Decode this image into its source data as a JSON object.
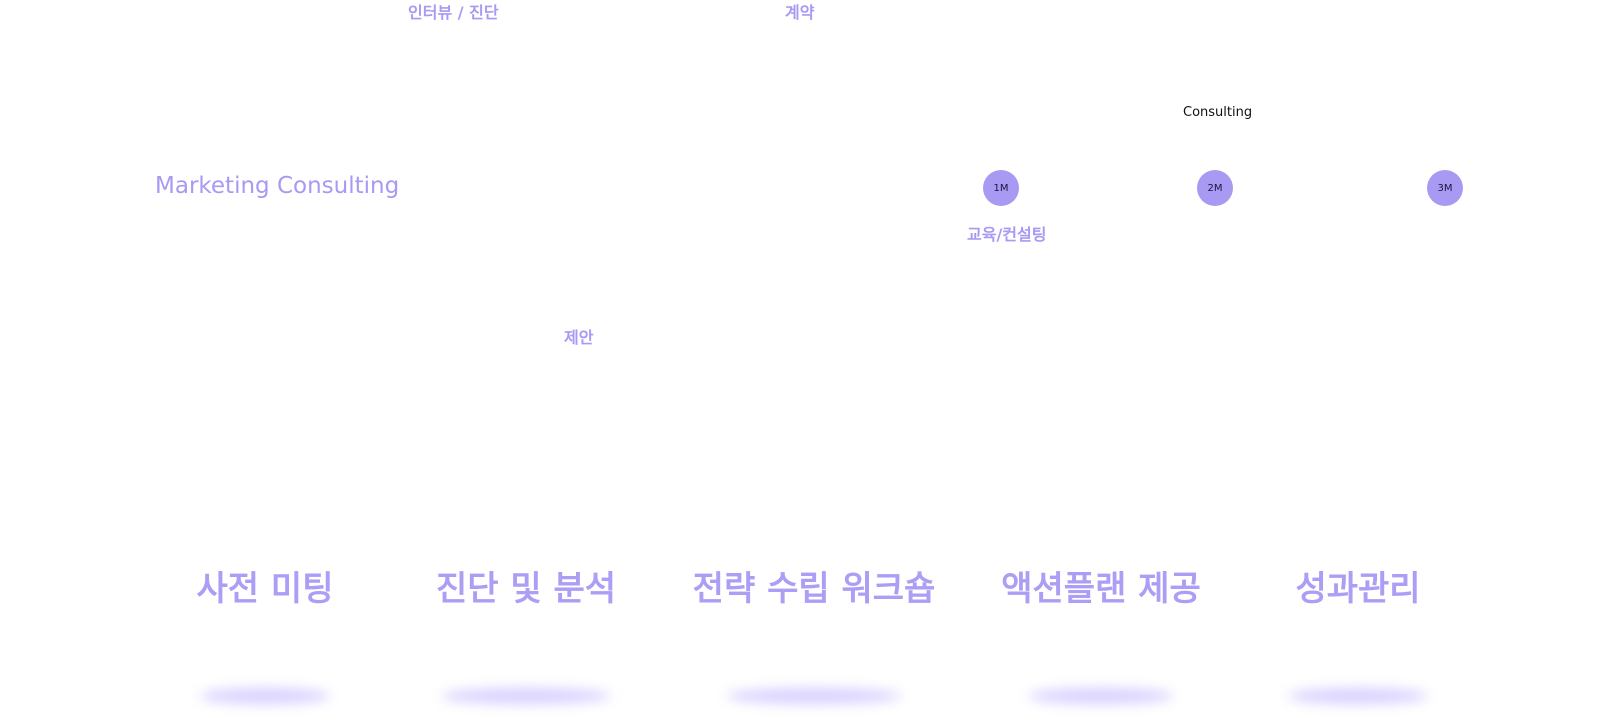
{
  "title": "Marketing Consulting",
  "phase_labels": {
    "interview": "인터뷰 / 진단",
    "contract": "계약",
    "proposal": "제안",
    "education": "교육/컨설팅",
    "consulting": "Consulting"
  },
  "milestones": [
    "1M",
    "2M",
    "3M"
  ],
  "steps": [
    "사전 미팅",
    "진단 및 분석",
    "전략 수립 워크숍",
    "액션플랜 제공",
    "성과관리"
  ],
  "colors": {
    "accent": "#a89af3",
    "glow": "#d9d1ff",
    "milestone_text": "#1b1640"
  }
}
